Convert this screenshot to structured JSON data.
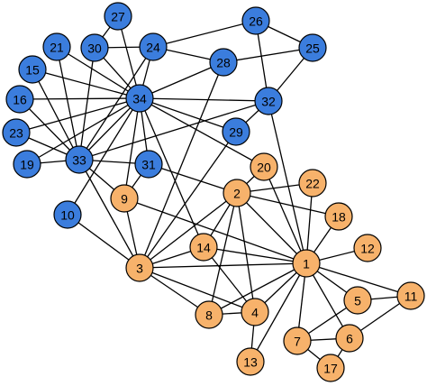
{
  "colors": {
    "group_a": "#3b7ddd",
    "group_b": "#f7b26b",
    "edge": "#000000"
  },
  "nodes": [
    {
      "id": "1",
      "group": "b"
    },
    {
      "id": "2",
      "group": "b"
    },
    {
      "id": "3",
      "group": "b"
    },
    {
      "id": "4",
      "group": "b"
    },
    {
      "id": "5",
      "group": "b"
    },
    {
      "id": "6",
      "group": "b"
    },
    {
      "id": "7",
      "group": "b"
    },
    {
      "id": "8",
      "group": "b"
    },
    {
      "id": "9",
      "group": "b"
    },
    {
      "id": "10",
      "group": "a"
    },
    {
      "id": "11",
      "group": "b"
    },
    {
      "id": "12",
      "group": "b"
    },
    {
      "id": "13",
      "group": "b"
    },
    {
      "id": "14",
      "group": "b"
    },
    {
      "id": "15",
      "group": "a"
    },
    {
      "id": "16",
      "group": "a"
    },
    {
      "id": "17",
      "group": "b"
    },
    {
      "id": "18",
      "group": "b"
    },
    {
      "id": "19",
      "group": "a"
    },
    {
      "id": "20",
      "group": "b"
    },
    {
      "id": "21",
      "group": "a"
    },
    {
      "id": "22",
      "group": "b"
    },
    {
      "id": "23",
      "group": "a"
    },
    {
      "id": "24",
      "group": "a"
    },
    {
      "id": "25",
      "group": "a"
    },
    {
      "id": "26",
      "group": "a"
    },
    {
      "id": "27",
      "group": "a"
    },
    {
      "id": "28",
      "group": "a"
    },
    {
      "id": "29",
      "group": "a"
    },
    {
      "id": "30",
      "group": "a"
    },
    {
      "id": "31",
      "group": "a"
    },
    {
      "id": "32",
      "group": "a"
    },
    {
      "id": "33",
      "group": "a"
    },
    {
      "id": "34",
      "group": "a"
    }
  ],
  "edges": [
    [
      "1",
      "2"
    ],
    [
      "1",
      "3"
    ],
    [
      "1",
      "4"
    ],
    [
      "1",
      "5"
    ],
    [
      "1",
      "6"
    ],
    [
      "1",
      "7"
    ],
    [
      "1",
      "8"
    ],
    [
      "1",
      "9"
    ],
    [
      "1",
      "11"
    ],
    [
      "1",
      "12"
    ],
    [
      "1",
      "13"
    ],
    [
      "1",
      "14"
    ],
    [
      "1",
      "18"
    ],
    [
      "1",
      "20"
    ],
    [
      "1",
      "22"
    ],
    [
      "1",
      "32"
    ],
    [
      "2",
      "3"
    ],
    [
      "2",
      "4"
    ],
    [
      "2",
      "8"
    ],
    [
      "2",
      "14"
    ],
    [
      "2",
      "18"
    ],
    [
      "2",
      "20"
    ],
    [
      "2",
      "22"
    ],
    [
      "2",
      "31"
    ],
    [
      "3",
      "4"
    ],
    [
      "3",
      "8"
    ],
    [
      "3",
      "9"
    ],
    [
      "3",
      "10"
    ],
    [
      "3",
      "14"
    ],
    [
      "3",
      "28"
    ],
    [
      "3",
      "29"
    ],
    [
      "3",
      "33"
    ],
    [
      "4",
      "8"
    ],
    [
      "4",
      "13"
    ],
    [
      "4",
      "14"
    ],
    [
      "5",
      "7"
    ],
    [
      "5",
      "11"
    ],
    [
      "6",
      "7"
    ],
    [
      "6",
      "11"
    ],
    [
      "6",
      "17"
    ],
    [
      "7",
      "17"
    ],
    [
      "9",
      "31"
    ],
    [
      "9",
      "33"
    ],
    [
      "9",
      "34"
    ],
    [
      "10",
      "34"
    ],
    [
      "14",
      "34"
    ],
    [
      "15",
      "33"
    ],
    [
      "15",
      "34"
    ],
    [
      "16",
      "33"
    ],
    [
      "16",
      "34"
    ],
    [
      "19",
      "33"
    ],
    [
      "19",
      "34"
    ],
    [
      "20",
      "34"
    ],
    [
      "21",
      "33"
    ],
    [
      "21",
      "34"
    ],
    [
      "23",
      "33"
    ],
    [
      "23",
      "34"
    ],
    [
      "24",
      "26"
    ],
    [
      "24",
      "28"
    ],
    [
      "24",
      "30"
    ],
    [
      "24",
      "33"
    ],
    [
      "24",
      "34"
    ],
    [
      "25",
      "26"
    ],
    [
      "25",
      "28"
    ],
    [
      "25",
      "32"
    ],
    [
      "26",
      "32"
    ],
    [
      "27",
      "30"
    ],
    [
      "27",
      "34"
    ],
    [
      "28",
      "34"
    ],
    [
      "29",
      "32"
    ],
    [
      "29",
      "34"
    ],
    [
      "30",
      "33"
    ],
    [
      "30",
      "34"
    ],
    [
      "31",
      "33"
    ],
    [
      "31",
      "34"
    ],
    [
      "32",
      "33"
    ],
    [
      "32",
      "34"
    ],
    [
      "33",
      "34"
    ]
  ]
}
